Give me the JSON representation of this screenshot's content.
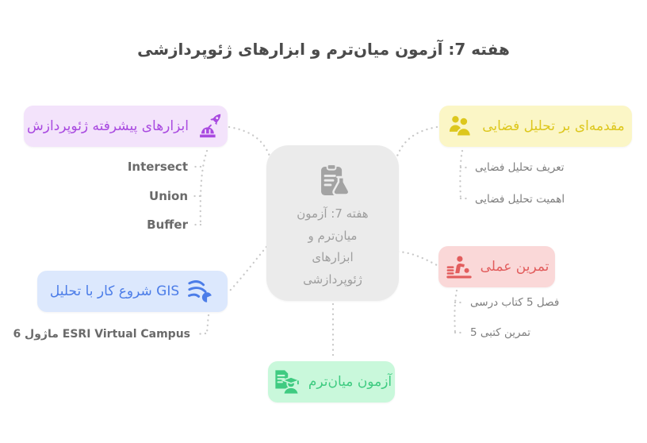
{
  "title": "هفته 7: آزمون میان‌ترم و ابزارهای ژئوپردازشی",
  "center_node": {
    "label": "هفته 7: آزمون میان‌ترم و ابزارهای ژئوپردازشی",
    "icon": "clipboard-flask-icon",
    "bg_color": "#ebebeb",
    "text_color": "#9e9e9e"
  },
  "branches": {
    "advanced_tools": {
      "label": "ابزارهای پیشرفته ژئوپردازش",
      "icon": "rocket-launch-icon",
      "bg_color": "#f3e3fb",
      "text_color": "#a94ae0",
      "children": [
        "Intersect",
        "Union",
        "Buffer"
      ]
    },
    "spatial_analysis_intro": {
      "label": "مقدمه‌ای بر تحلیل فضایی",
      "icon": "users-icon",
      "bg_color": "#fbf6c6",
      "text_color": "#ddc71d",
      "children": [
        "تعریف تحلیل فضایی",
        "اهمیت تحلیل فضایی"
      ]
    },
    "practical_exercise": {
      "label": "تمرین عملی",
      "icon": "person-massage-icon",
      "bg_color": "#fad8d8",
      "text_color": "#e25d5d",
      "children": [
        "فصل 5 کتاب درسی",
        "تمرین کتبی 5"
      ]
    },
    "gis_getting_started": {
      "label": "شروع کار با تحلیل GIS",
      "icon": "wind-swirl-icon",
      "bg_color": "#dce8fd",
      "text_color": "#4c7de8",
      "children": [
        "ESRI Virtual Campus ماژول 6"
      ]
    },
    "midterm_exam": {
      "label": "آزمون میان‌ترم",
      "icon": "graduate-document-icon",
      "bg_color": "#c9f8db",
      "text_color": "#3fcb81",
      "children": []
    }
  },
  "connector_color": "#c9c9c9",
  "background_color": "#ffffff"
}
